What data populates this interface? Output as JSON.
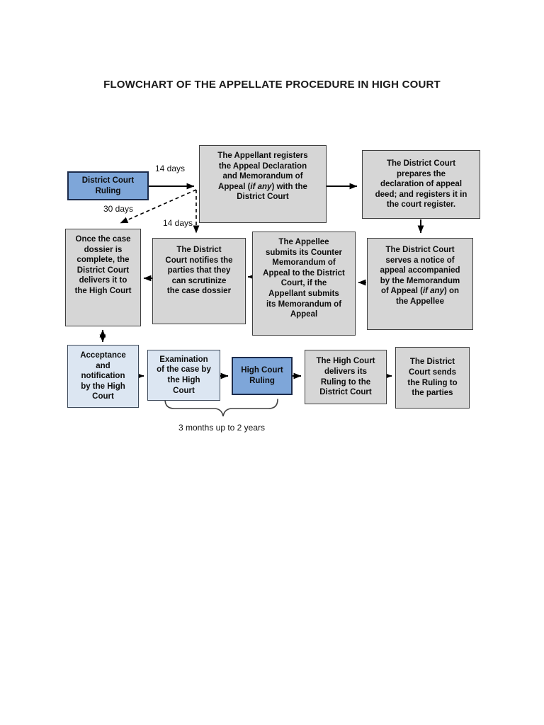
{
  "title": "FLOWCHART OF THE APPELLATE PROCEDURE IN HIGH COURT",
  "colors": {
    "node_grey": "#d6d6d6",
    "node_blue": "#7ea6d9",
    "node_lightblue": "#dce6f2",
    "border_dark": "#3f3f3f",
    "arrow": "#000000"
  },
  "nodes": {
    "district_court_ruling": {
      "label": "District Court\nRuling"
    },
    "appellant_registers": {
      "pre": "The Appellant registers\nthe Appeal Declaration\nand Memorandum of\nAppeal (",
      "italic": "if any",
      "post": ") with the\nDistrict Court"
    },
    "dc_prepares": {
      "label": "The District Court\nprepares the\ndeclaration of appeal\ndeed; and registers it in\nthe court register."
    },
    "once_dossier": {
      "label": "Once the case\ndossier is\ncomplete, the\nDistrict Court\ndelivers it to\nthe High Court"
    },
    "dc_notifies": {
      "label": "The District\nCourt notifies the\nparties that they\ncan scrutinize\nthe case dossier"
    },
    "appellee_submits": {
      "label": "The Appellee\nsubmits its Counter\nMemorandum of\nAppeal to the District\nCourt, if the\nAppellant submits\nits Memorandum of\nAppeal"
    },
    "dc_serves": {
      "pre": "The District Court\nserves a notice of\nappeal accompanied\nby the Memorandum\nof Appeal (",
      "italic": "if any",
      "post": ") on\nthe Appellee"
    },
    "acceptance": {
      "label": "Acceptance\nand\nnotification\nby the High\nCourt"
    },
    "examination": {
      "label": "Examination\nof the case by\nthe High\nCourt"
    },
    "high_court_ruling": {
      "label": "High Court\nRuling"
    },
    "hc_delivers": {
      "label": "The High Court\ndelivers its\nRuling to the\nDistrict Court"
    },
    "dc_sends": {
      "label": "The District\nCourt sends\nthe Ruling to\nthe parties"
    }
  },
  "edge_labels": {
    "top_14_days": "14 days",
    "mid_30_days": "30 days",
    "mid_14_days": "14 days",
    "duration_note": "3 months up to 2 years"
  }
}
